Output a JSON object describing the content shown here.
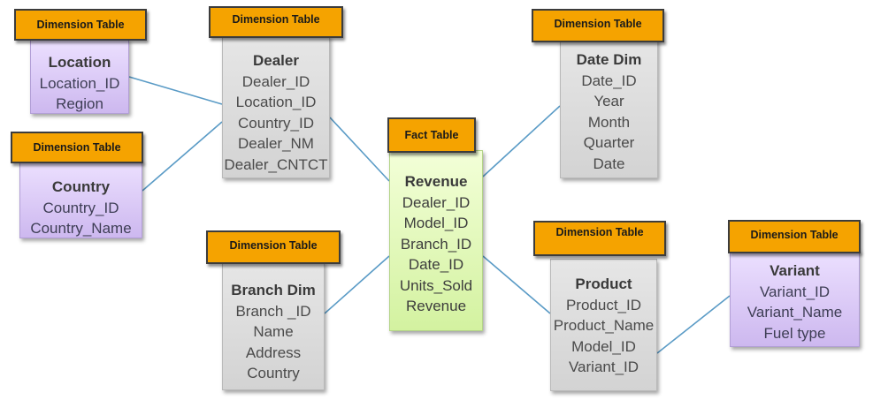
{
  "colors": {
    "tag_fill": "#f5a300",
    "dimension_gray": "#dcdcdc",
    "dimension_purple": "#d8c8f4",
    "fact_green": "#e2f8b8",
    "connector": "#5a9bc6"
  },
  "tags": {
    "dimension": "Dimension Table",
    "fact": "Fact Table"
  },
  "location": {
    "title": "Location",
    "fields": [
      "Location_ID",
      "Region"
    ]
  },
  "country": {
    "title": "Country",
    "fields": [
      "Country_ID",
      "Country_Name"
    ]
  },
  "dealer": {
    "title": "Dealer",
    "fields": [
      "Dealer_ID",
      "Location_ID",
      "Country_ID",
      "Dealer_NM",
      "Dealer_CNTCT"
    ]
  },
  "branch": {
    "title": "Branch Dim",
    "fields": [
      "Branch _ID",
      "Name",
      "Address",
      "Country"
    ]
  },
  "revenue": {
    "title": "Revenue",
    "fields": [
      "Dealer_ID",
      "Model_ID",
      "Branch_ID",
      "Date_ID",
      "Units_Sold",
      "Revenue"
    ]
  },
  "date_dim": {
    "title": "Date Dim",
    "fields": [
      "Date_ID",
      "Year",
      "Month",
      "Quarter",
      "Date"
    ]
  },
  "product": {
    "title": "Product",
    "fields": [
      "Product_ID",
      "Product_Name",
      "Model_ID",
      "Variant_ID"
    ]
  },
  "variant": {
    "title": "Variant",
    "fields": [
      "Variant_ID",
      "Variant_Name",
      "Fuel type"
    ]
  }
}
